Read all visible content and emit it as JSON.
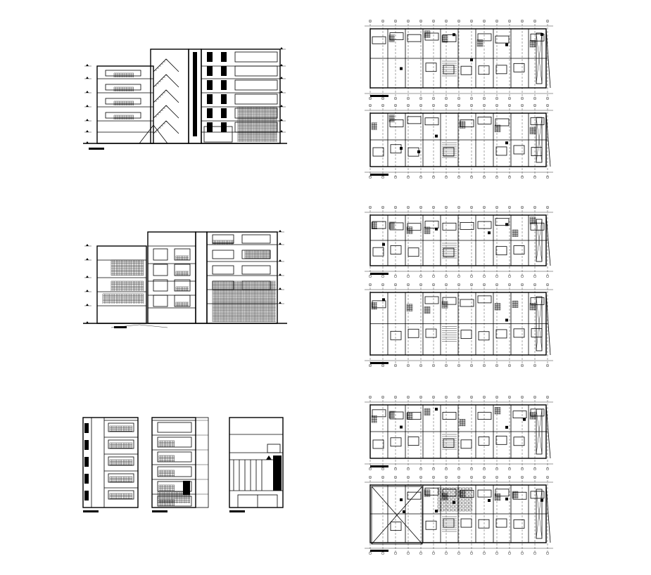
{
  "sheet": {
    "background": "#ffffff",
    "line_color": "#000000",
    "drawings": [
      {
        "id": "section-a",
        "kind": "building-section",
        "levels": 5
      },
      {
        "id": "section-b",
        "kind": "building-section",
        "levels": 4
      },
      {
        "id": "elevation-front",
        "kind": "facade-elevation",
        "levels": 5
      },
      {
        "id": "elevation-side",
        "kind": "facade-elevation",
        "levels": 5
      },
      {
        "id": "elevation-rear",
        "kind": "facade-elevation",
        "levels": 2
      },
      {
        "id": "plan-1",
        "kind": "floor-plan"
      },
      {
        "id": "plan-2",
        "kind": "floor-plan"
      },
      {
        "id": "plan-3",
        "kind": "floor-plan"
      },
      {
        "id": "plan-4",
        "kind": "floor-plan"
      },
      {
        "id": "plan-5",
        "kind": "floor-plan"
      },
      {
        "id": "plan-6",
        "kind": "floor-plan"
      }
    ]
  }
}
